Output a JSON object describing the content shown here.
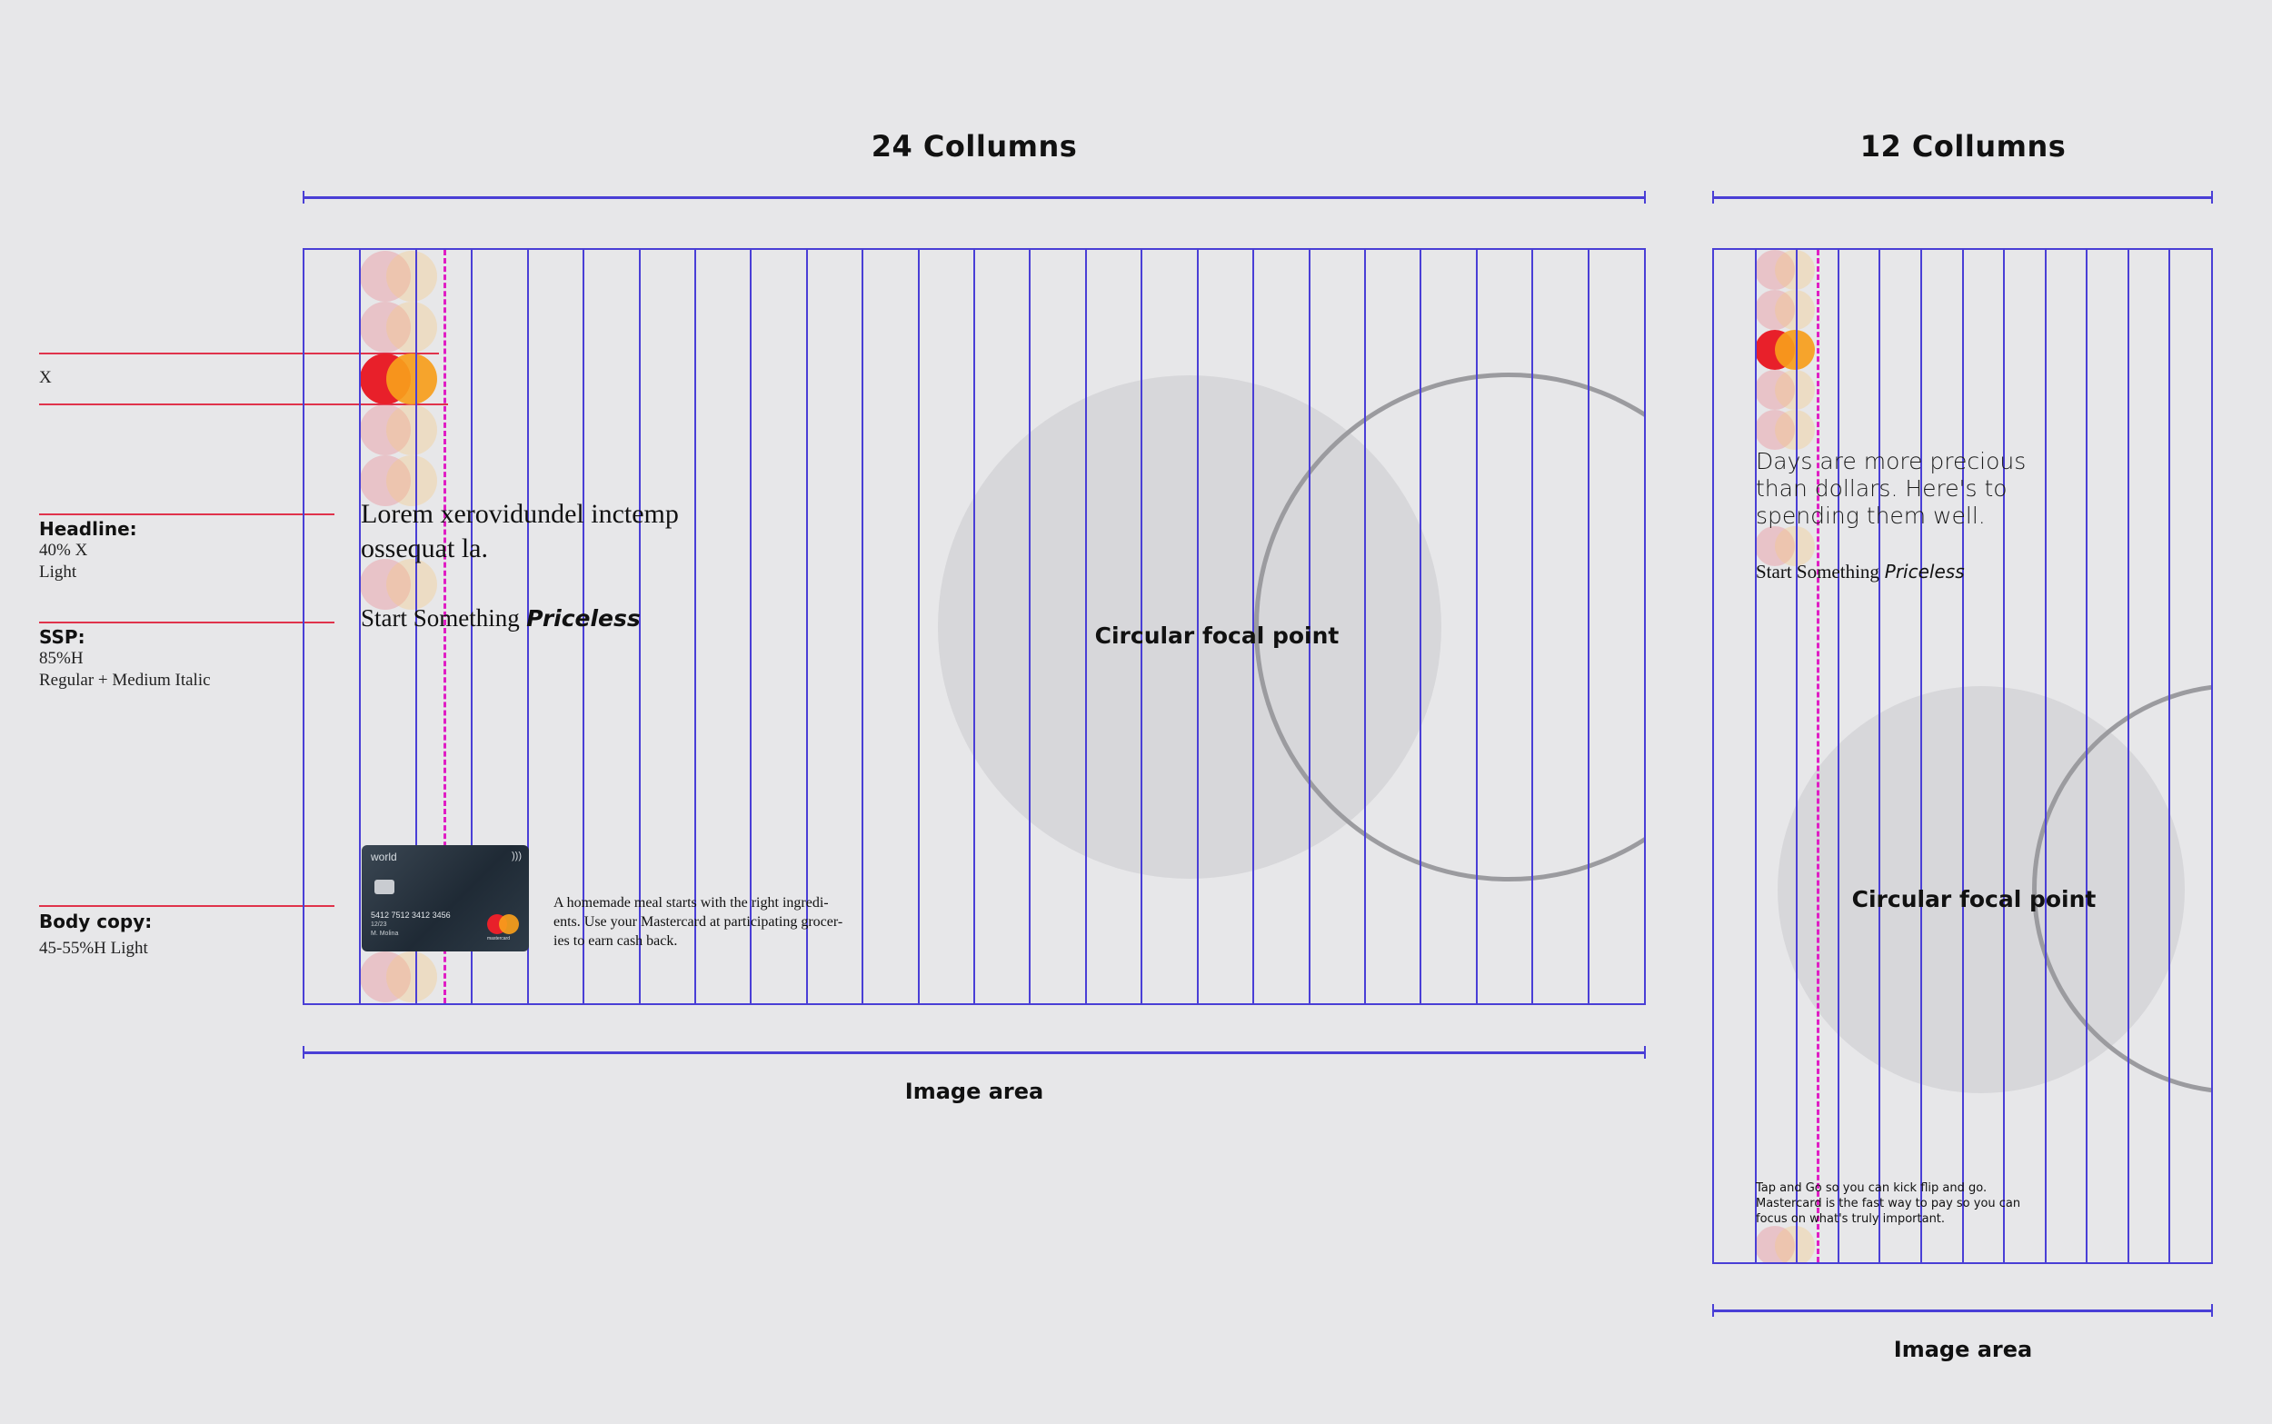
{
  "layouts": {
    "wide": {
      "title": "24 Collumns",
      "caption": "Image area",
      "columns": 24
    },
    "narrow": {
      "title": "12 Collumns",
      "caption": "Image area",
      "columns": 12
    }
  },
  "annotations": {
    "x": "X",
    "headline": {
      "label": "Headline:",
      "line1": "40% X",
      "line2": "Light"
    },
    "ssp": {
      "label": "SSP:",
      "line1": "85%H",
      "line2": "Regular + Medium Italic"
    },
    "body": {
      "label": "Body copy:",
      "line1": "45-55%H Light"
    }
  },
  "wide_content": {
    "headline_line1": "Lorem xerovidundel inctemp",
    "headline_line2": "ossequat la.",
    "ssp_regular": "Start Something",
    "ssp_italic": "Priceless",
    "focal_label": "Circular focal point",
    "body_line1": "A homemade meal starts with the right ingredi-",
    "body_line2": "ents. Use your Mastercard at participating grocer-",
    "body_line3": "ies to earn cash back.",
    "card": {
      "brand": "world",
      "number": "5412 7512 3412 3456",
      "expiry": "12/23",
      "holder": "M. Molina",
      "network": "mastercard"
    }
  },
  "narrow_content": {
    "headline_line1": "Days are more precious",
    "headline_line2": "than dollars. Here's to",
    "headline_line3": "spending them well.",
    "ssp_regular": "Start Something",
    "ssp_italic": "Priceless",
    "focal_label": "Circular focal point",
    "body_line1": "Tap and Go so you can kick flip and go.",
    "body_line2": "Mastercard is the fast way to pay so you can",
    "body_line3": "focus on what's truly important."
  },
  "colors": {
    "background": "#e7e7e9",
    "grid": "#4a3fd6",
    "dashed_guide": "#e01dc4",
    "rule": "#e0334b",
    "mastercard_red": "#e8202a",
    "mastercard_yellow": "#f79e1b"
  }
}
